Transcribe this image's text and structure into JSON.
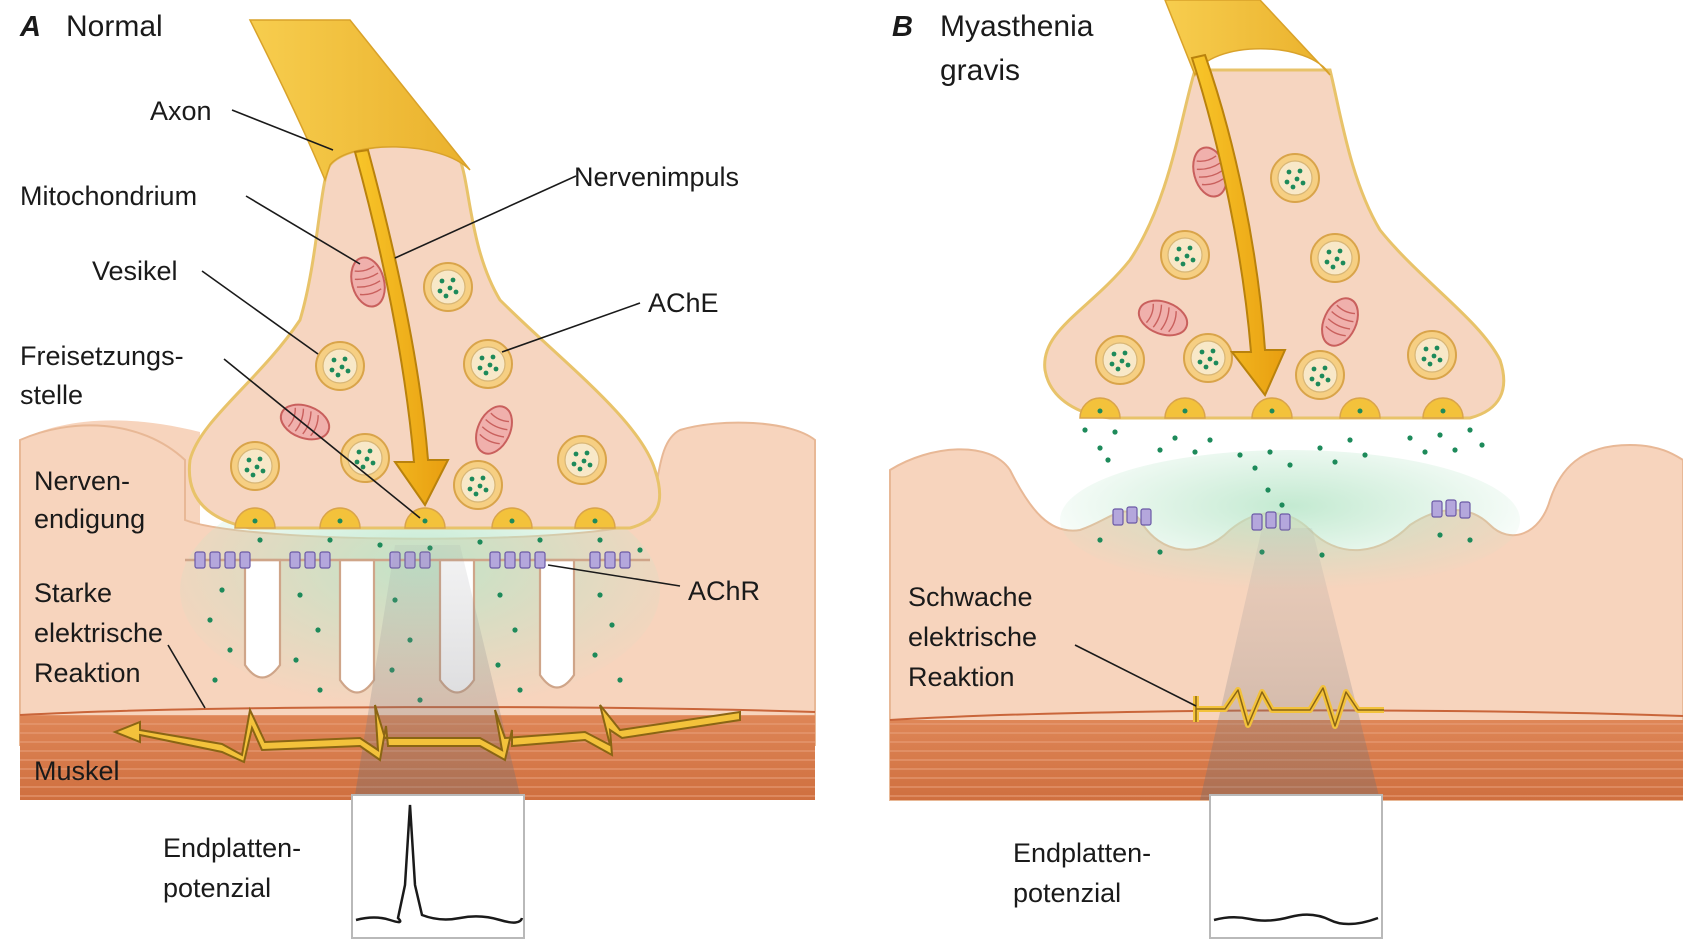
{
  "panel_a": {
    "letter": "A",
    "title": "Normal",
    "labels": {
      "axon": "Axon",
      "mitochondrium": "Mitochondrium",
      "vesikel": "Vesikel",
      "freisetzung_1": "Freisetzungs-",
      "freisetzung_2": "stelle",
      "nervenendigung_1": "Nerven-",
      "nervenendigung_2": "endigung",
      "starke_1": "Starke",
      "starke_2": "elektrische",
      "starke_3": "Reaktion",
      "muskel": "Muskel",
      "nervenimpuls": "Nervenimpuls",
      "ache": "AChE",
      "achr": "AChR",
      "epp_1": "Endplatten-",
      "epp_2": "potenzial"
    }
  },
  "panel_b": {
    "letter": "B",
    "title_1": "Myasthenia",
    "title_2": "gravis",
    "labels": {
      "schwache_1": "Schwache",
      "schwache_2": "elektrische",
      "schwache_3": "Reaktion",
      "epp_1": "Endplatten-",
      "epp_2": "potenzial"
    }
  },
  "colors": {
    "terminal_fill": "#f6d5c0",
    "terminal_stroke": "#e8c36a",
    "muscle_tissue": "#f7d4bd",
    "muscle_fiber": "#d9794a",
    "axon": "#f2be3c",
    "impulse_arrow": "#f2b714",
    "acetylcholine_dots": "#1d8a5a",
    "receptor": "#8d7cc2",
    "mitochondrion": "#e69a9a"
  }
}
